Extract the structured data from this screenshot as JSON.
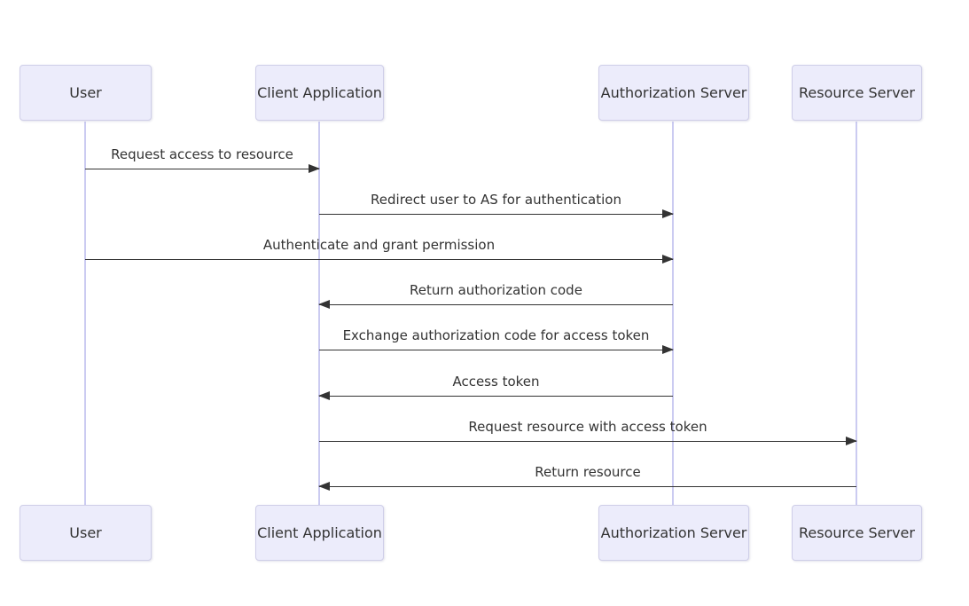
{
  "diagram": {
    "type": "sequence",
    "actors": [
      {
        "name": "User"
      },
      {
        "name": "Client Application"
      },
      {
        "name": "Authorization Server"
      },
      {
        "name": "Resource Server"
      }
    ],
    "messages": [
      {
        "from": "User",
        "to": "Client Application",
        "label": "Request access to resource",
        "direction": "right"
      },
      {
        "from": "Client Application",
        "to": "Authorization Server",
        "label": "Redirect user to AS for authentication",
        "direction": "right"
      },
      {
        "from": "User",
        "to": "Authorization Server",
        "label": "Authenticate and grant permission",
        "direction": "right"
      },
      {
        "from": "Authorization Server",
        "to": "Client Application",
        "label": "Return authorization code",
        "direction": "left"
      },
      {
        "from": "Client Application",
        "to": "Authorization Server",
        "label": "Exchange authorization code for access token",
        "direction": "right"
      },
      {
        "from": "Authorization Server",
        "to": "Client Application",
        "label": "Access token",
        "direction": "left"
      },
      {
        "from": "Client Application",
        "to": "Resource Server",
        "label": "Request resource with access token",
        "direction": "right"
      },
      {
        "from": "Resource Server",
        "to": "Client Application",
        "label": "Return resource",
        "direction": "left"
      }
    ],
    "colors": {
      "background": "#FFFFFF",
      "actor_fill": "#ECECFB",
      "actor_border": "#CFCEE8",
      "lifeline": "#CBCBF1",
      "arrow": "#333333",
      "text": "#333333"
    }
  }
}
